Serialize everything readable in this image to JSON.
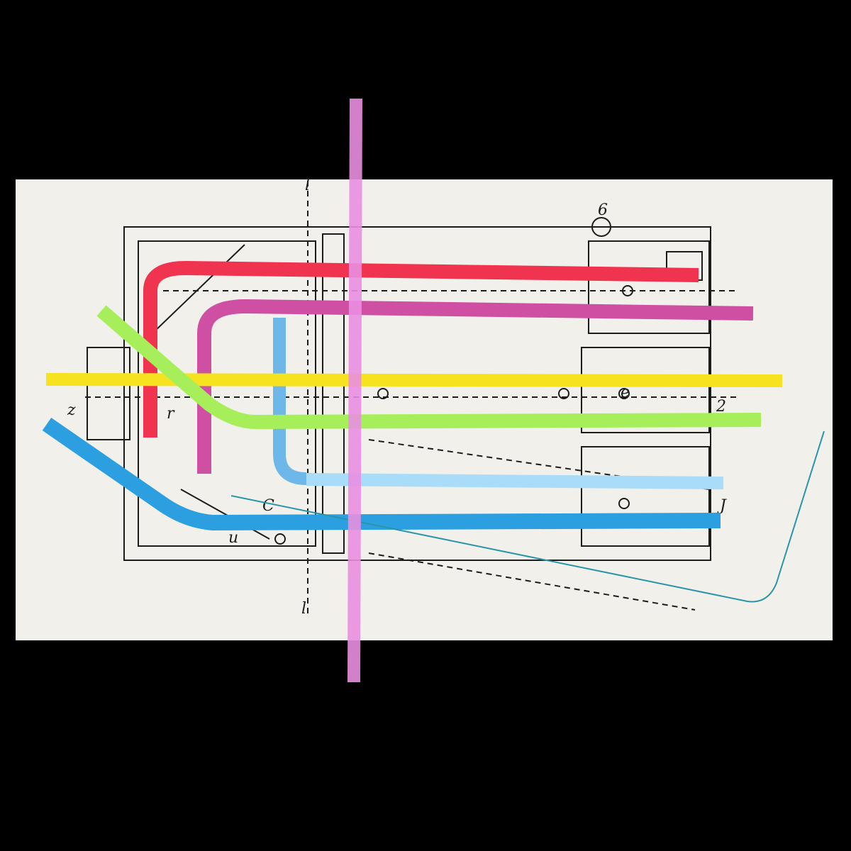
{
  "background_color": "#000000",
  "paper_color": "#f1f0eb",
  "ink_color": "#1c1c1c",
  "drawing_labels": [
    {
      "id": "label-z",
      "text": "z"
    },
    {
      "id": "label-6",
      "text": "6"
    },
    {
      "id": "label-l",
      "text": "l"
    },
    {
      "id": "label-2",
      "text": "2"
    },
    {
      "id": "label-j",
      "text": "J"
    },
    {
      "id": "label-l2",
      "text": "l"
    },
    {
      "id": "label-e",
      "text": "e"
    },
    {
      "id": "label-u",
      "text": "u"
    },
    {
      "id": "label-r",
      "text": "r"
    },
    {
      "id": "label-c",
      "text": "C"
    }
  ],
  "straws": [
    {
      "id": "red",
      "color": "#f0334e",
      "shape": "bent",
      "bend": "upper-left"
    },
    {
      "id": "magenta",
      "color": "#cf4fa3",
      "shape": "bent",
      "bend": "upper-left"
    },
    {
      "id": "light-blue",
      "color": "#6db8e8",
      "shape": "bent",
      "bend": "lower-left"
    },
    {
      "id": "yellow",
      "color": "#f7e21f",
      "shape": "straight",
      "orientation": "horizontal"
    },
    {
      "id": "lime",
      "color": "#a6ef5a",
      "shape": "bent",
      "bend": "left"
    },
    {
      "id": "pale-blue",
      "color": "#a9dcf8",
      "shape": "straight",
      "orientation": "horizontal"
    },
    {
      "id": "blue",
      "color": "#2b9fe0",
      "shape": "bent",
      "bend": "left"
    },
    {
      "id": "white-striped",
      "color": "#fafafa",
      "stripe_color": "#2a95a8",
      "shape": "bent",
      "bend": "lower-right"
    },
    {
      "id": "pink",
      "color": "#e98ee0",
      "shape": "straight",
      "orientation": "vertical"
    }
  ]
}
